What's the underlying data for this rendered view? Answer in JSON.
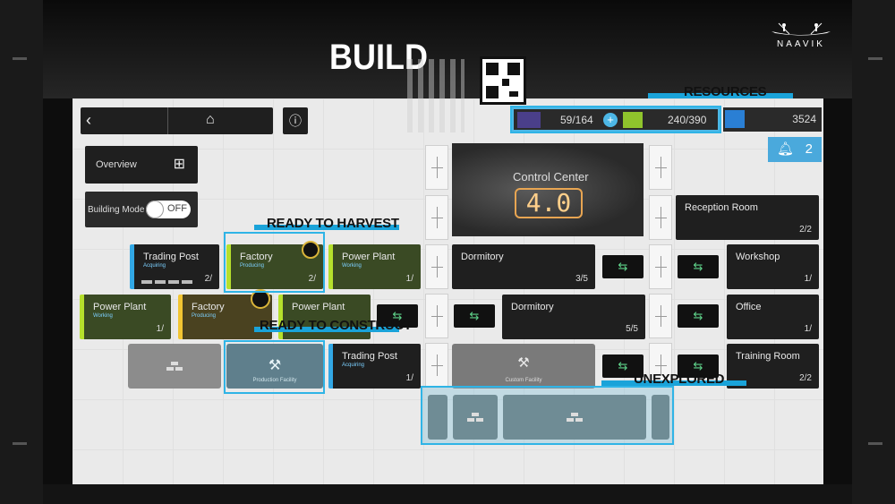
{
  "header": {
    "title": "BUILD",
    "brand": "NAAVIK"
  },
  "callouts": {
    "resources": "RESOURCES",
    "ready_to_harvest": "READY TO HARVEST",
    "ready_to_construct": "READY TO CONSTRUCT",
    "unexplored": "UNEXPLORED"
  },
  "nav": {
    "overview": "Overview",
    "building_mode": "Building Mode",
    "building_mode_state": "OFF"
  },
  "resources": {
    "r1": "59/164",
    "r2": "240/390",
    "r3": "3524"
  },
  "notifications": {
    "count": "2"
  },
  "control_center": {
    "name": "Control Center",
    "level": "4.0"
  },
  "buildings": {
    "trading_post_1": {
      "name": "Trading Post",
      "status": "Acquiring",
      "count": "2/"
    },
    "factory_1": {
      "name": "Factory",
      "status": "Producing",
      "count": "2/"
    },
    "power_plant_1": {
      "name": "Power Plant",
      "status": "Working",
      "count": "1/"
    },
    "power_plant_2": {
      "name": "Power Plant",
      "status": "Working",
      "count": "1/"
    },
    "factory_2": {
      "name": "Factory",
      "status": "Producing",
      "count": ""
    },
    "power_plant_3": {
      "name": "Power Plant",
      "status": "",
      "count": ""
    },
    "trading_post_2": {
      "name": "Trading Post",
      "status": "Acquiring",
      "count": "1/"
    },
    "dormitory_1": {
      "name": "Dormitory",
      "count": "3/5"
    },
    "dormitory_2": {
      "name": "Dormitory",
      "count": "5/5"
    },
    "reception_room": {
      "name": "Reception Room",
      "count": "2/2"
    },
    "workshop": {
      "name": "Workshop",
      "count": "1/"
    },
    "office": {
      "name": "Office",
      "count": "1/"
    },
    "training_room": {
      "name": "Training Room",
      "count": "2/2"
    }
  },
  "construct": {
    "production": "Production Facility",
    "custom": "Custom Facility"
  }
}
